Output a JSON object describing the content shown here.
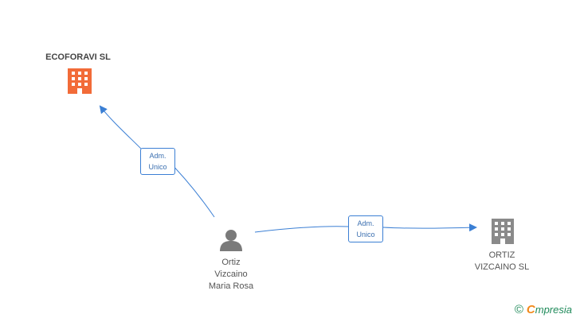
{
  "colors": {
    "edge": "#3b7fd4",
    "main_company": "#f26b38",
    "company": "#8a8a8a",
    "person": "#7a7a7a"
  },
  "nodes": {
    "main_company": {
      "name": "ECOFORAVI SL",
      "icon": "building-icon"
    },
    "person": {
      "name_lines": [
        "Ortiz",
        "Vizcaino",
        "Maria Rosa"
      ],
      "icon": "person-icon"
    },
    "company_b": {
      "name_lines": [
        "ORTIZ",
        "VIZCAINO SL"
      ],
      "icon": "building-icon"
    }
  },
  "edges": [
    {
      "from": "person",
      "to": "main_company",
      "label_lines": [
        "Adm.",
        "Unico"
      ]
    },
    {
      "from": "person",
      "to": "company_b",
      "label_lines": [
        "Adm.",
        "Unico"
      ]
    }
  ],
  "watermark": {
    "copyright": "©",
    "brand_initial": "C",
    "brand_rest": "mpresia"
  }
}
